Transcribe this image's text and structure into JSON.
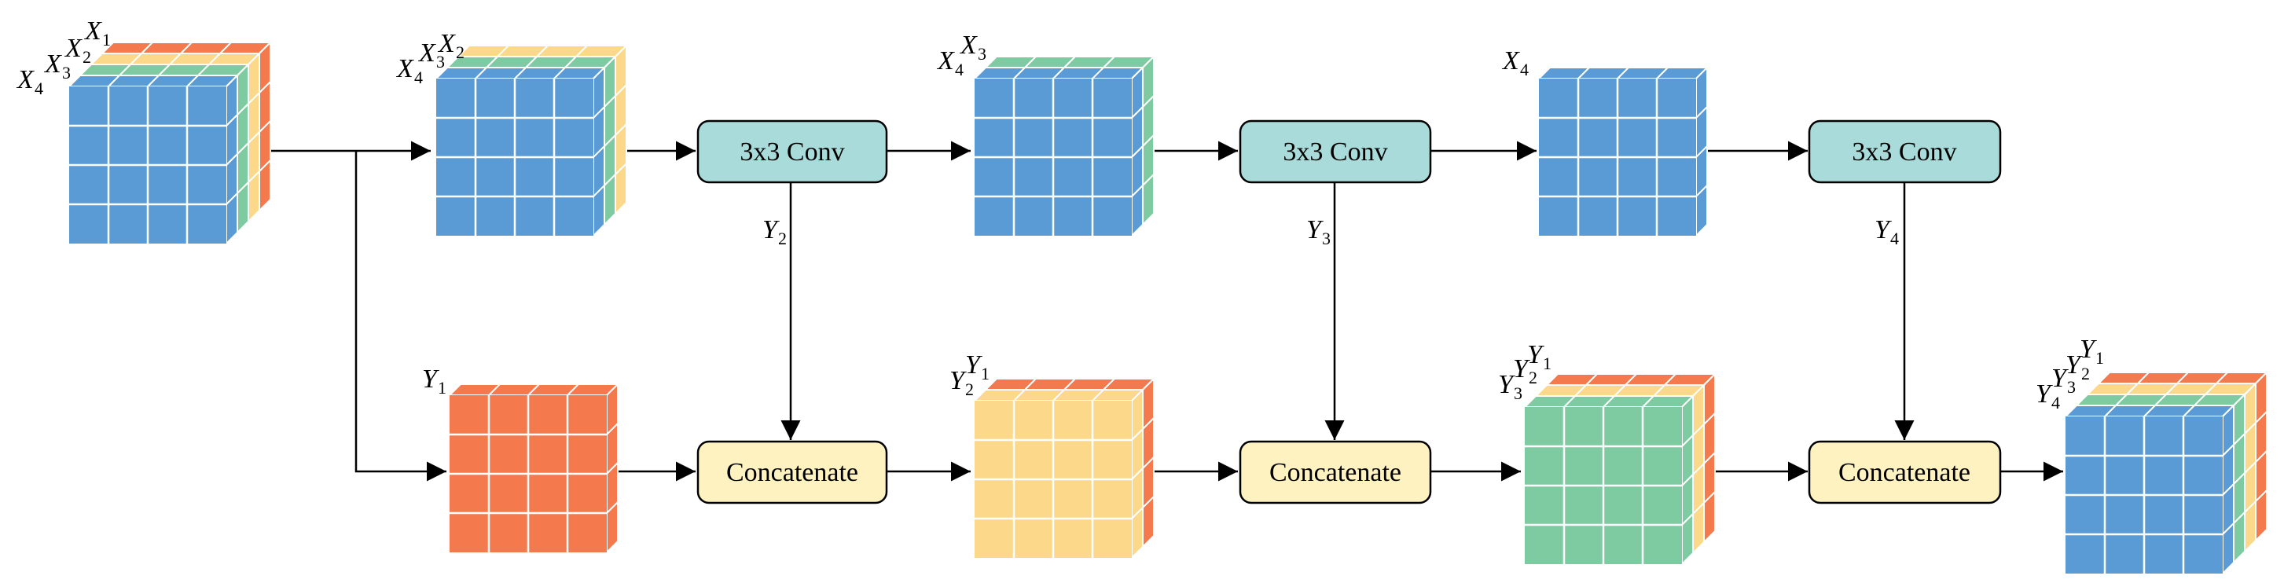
{
  "boxes": {
    "conv_label": "3x3 Conv",
    "concat_label": "Concatenate"
  },
  "colors": {
    "blue": "#5b9bd5",
    "green": "#7ecba1",
    "yellow": "#fcd88a",
    "orange": "#f47a4e",
    "conv_fill": "#a8dbd9",
    "concat_fill": "#fdf2c0",
    "line": "#000000"
  },
  "symbols": {
    "X": "X",
    "Y": "Y",
    "sub1": "1",
    "sub2": "2",
    "sub3": "3",
    "sub4": "4"
  }
}
